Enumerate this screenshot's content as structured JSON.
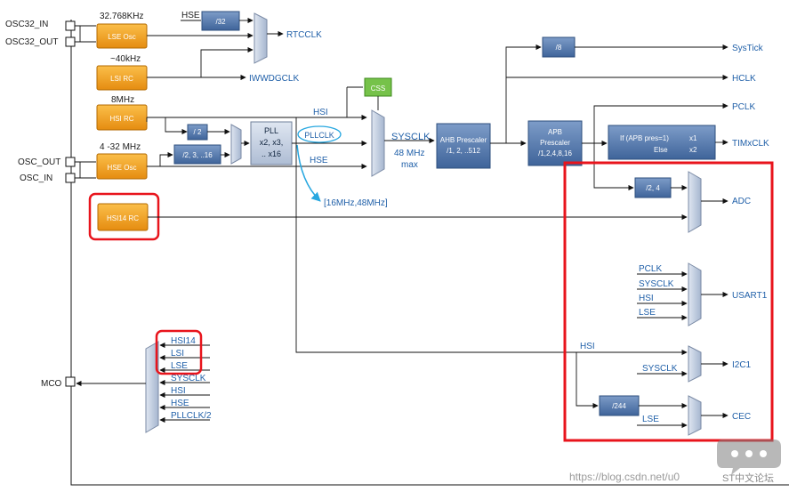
{
  "colors": {
    "orange_box": "#f4a21b",
    "blue_box": "#5d82b4",
    "mux_fill": "#c3cfe2",
    "green_box": "#76c24a",
    "highlight_red": "#e8141c",
    "label_blue": "#1f5fa8",
    "watermark_gray": "#9a9a9a"
  },
  "pins": {
    "osc32_in": "OSC32_IN",
    "osc32_out": "OSC32_OUT",
    "osc_out": "OSC_OUT",
    "osc_in": "OSC_IN",
    "mco": "MCO"
  },
  "oscillators": {
    "lse_freq": "32.768KHz",
    "lse": "LSE Osc",
    "lsi_freq": "~40kHz",
    "lsi": "LSI RC",
    "hsi_freq": "8MHz",
    "hsi": "HSI RC",
    "hse_freq": "4 -32 MHz",
    "hse": "HSE Osc",
    "hsi14": "HSI14 RC"
  },
  "blocks": {
    "div32": "/32",
    "div2": "/ 2",
    "prediv": "/2, 3, ..16",
    "pll_line1": "PLL",
    "pll_line2": "x2, x3,",
    "pll_line3": ".. x16",
    "css": "CSS",
    "ahb_line1": "AHB Prescaler",
    "ahb_line2": "/1, 2, ..512",
    "div8": "/8",
    "apb_line1": "APB",
    "apb_line2": "Prescaler",
    "apb_line3": "/1,2,4,8,16",
    "tim_line1": "If (APB pres=1)",
    "tim_x1": "x1",
    "tim_else": "Else",
    "tim_x2": "x2",
    "adc_div": "/2, 4",
    "cec_div": "/244"
  },
  "signals": {
    "hse_top": "HSE",
    "rtcclk": "RTCCLK",
    "iwdgclk": "IWWDGCLK",
    "hsi": "HSI",
    "pllclk": "PLLCLK",
    "hse": "HSE",
    "pll_range": "[16MHz,48MHz]",
    "sysclk": "SYSCLK",
    "sysclk_max1": "48 MHz",
    "sysclk_max2": "max",
    "systick": "SysTick",
    "hclk": "HCLK",
    "pclk": "PCLK",
    "timxclk": "TIMxCLK",
    "adc": "ADC",
    "usart1": "USART1",
    "i2c1": "I2C1",
    "cec": "CEC"
  },
  "usart_inputs": [
    "PCLK",
    "SYSCLK",
    "HSI",
    "LSE"
  ],
  "i2c_inputs": {
    "hsi": "HSI",
    "sysclk": "SYSCLK"
  },
  "cec_inputs": {
    "lse": "LSE"
  },
  "mco_inputs": [
    "HSI14",
    "LSI",
    "LSE",
    "SYSCLK",
    "HSI",
    "HSE",
    "PLLCLK/2"
  ],
  "watermark": {
    "url": "https://blog.csdn.net/u0",
    "text": "ST中文论坛"
  }
}
